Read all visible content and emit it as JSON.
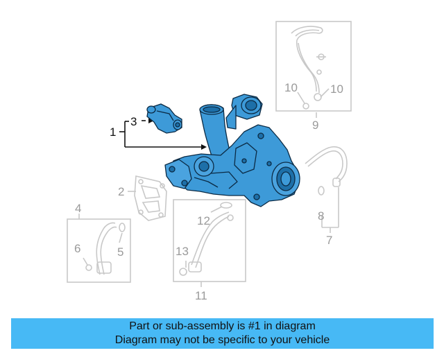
{
  "callouts": {
    "c1": "1",
    "c2": "2",
    "c3": "3",
    "c4": "4",
    "c5": "5",
    "c6": "6",
    "c7": "7",
    "c8": "8",
    "c9": "9",
    "c10a": "10",
    "c10b": "10",
    "c11": "11",
    "c12": "12",
    "c13": "13"
  },
  "banner": {
    "line1": "Part or sub-assembly is #1 in diagram",
    "line2": "Diagram may not be specific to your vehicle"
  },
  "colors": {
    "part_fill": "#3d9ad8",
    "part_outline": "#0b2a44",
    "ghost_line": "#c8c8c8",
    "banner_bg": "#47b9f5"
  }
}
